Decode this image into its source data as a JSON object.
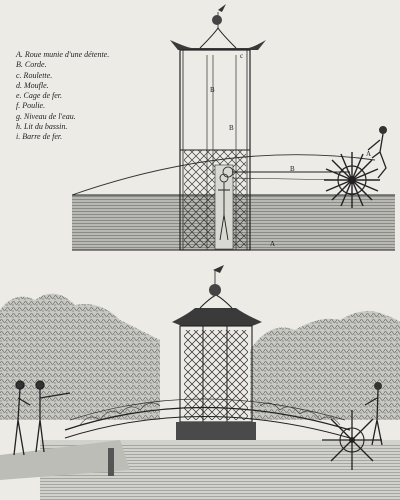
{
  "legend": [
    "A. Roue munie d'une détente.",
    "B. Corde.",
    "c. Roulette.",
    "d. Moufle.",
    "e. Cage de fer.",
    "f. Poulie.",
    "g. Niveau de l'eau.",
    "h. Lit du bassin.",
    "i. Barre de fer."
  ],
  "markers": {
    "cage_top": "c",
    "cage_b1": "B",
    "cage_b2": "B",
    "rope_b": "B",
    "wheel_a": "A",
    "floor_a": "A"
  }
}
